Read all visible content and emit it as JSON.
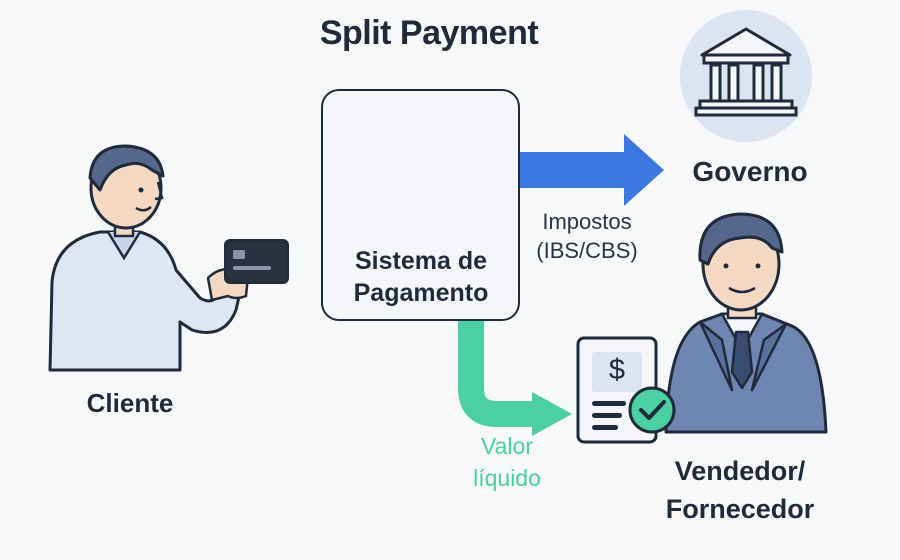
{
  "title": "Split Payment",
  "nodes": {
    "cliente": "Cliente",
    "sistema_line1": "Sistema de",
    "sistema_line2": "Pagamento",
    "governo": "Governo",
    "vendedor_line1": "Vendedor/",
    "vendedor_line2": "Fornecedor"
  },
  "edges": {
    "impostos_line1": "Impostos",
    "impostos_line2": "(IBS/CBS)",
    "valor_line1": "Valor",
    "valor_line2": "líquido"
  },
  "icons": {
    "payment_terminal": "payment-terminal-icon",
    "coin": "dollar-coin-icon",
    "card": "credit-card-icon",
    "bank": "bank-building-icon",
    "invoice": "invoice-check-icon",
    "dollar_symbol": "$"
  },
  "colors": {
    "blue_arrow": "#3b78e0",
    "green_arrow": "#4ccfa3",
    "dark": "#1f2a3a",
    "light_blue": "#dbe4f2"
  }
}
